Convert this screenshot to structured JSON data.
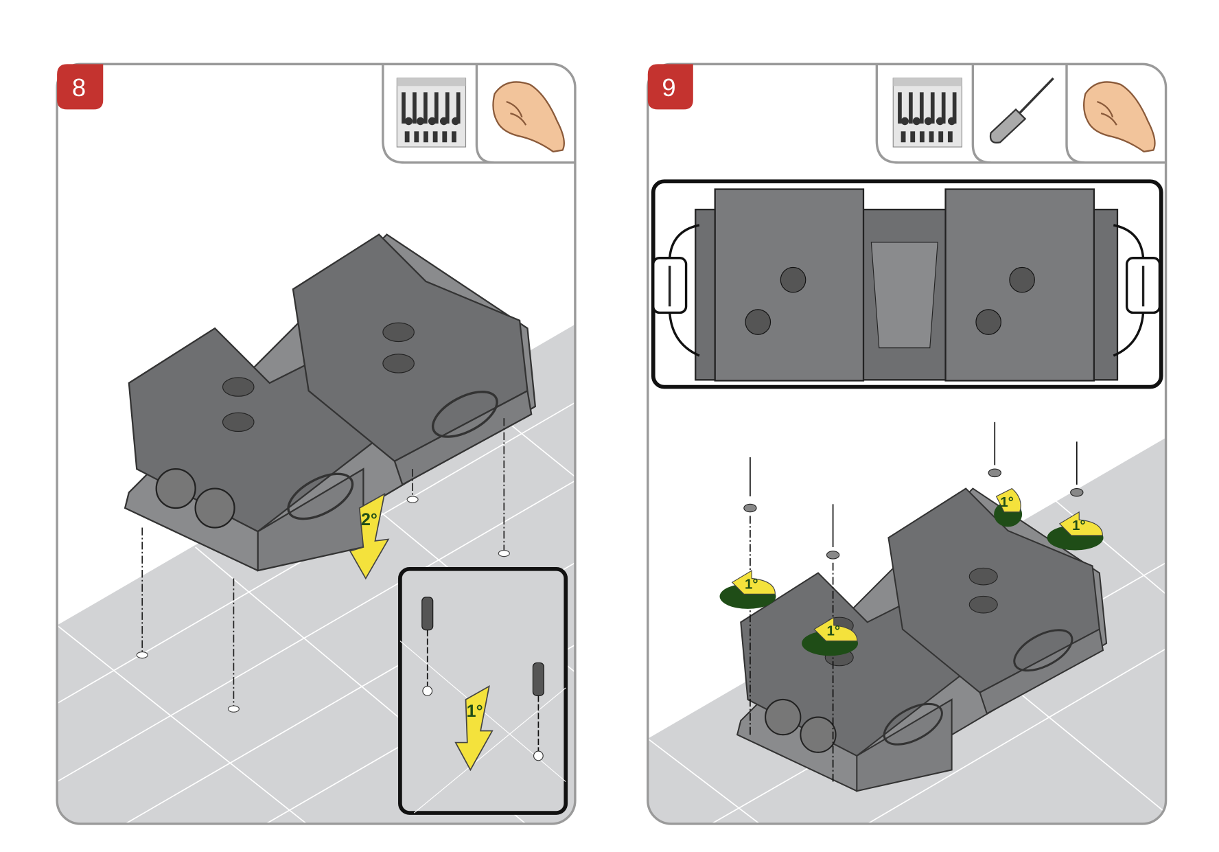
{
  "steps": [
    {
      "number": "8",
      "tools": [
        "screws-kit-icon",
        "hand-icon"
      ],
      "arrows": {
        "main": "2°",
        "inset": "1°"
      }
    },
    {
      "number": "9",
      "tools": [
        "screws-kit-icon",
        "screwdriver-icon",
        "hand-icon"
      ],
      "arrows": {
        "a": "1°",
        "b": "1°",
        "c": "1°",
        "d": "1°"
      }
    }
  ],
  "colors": {
    "badge": "#c4332f",
    "panel_border": "#9a9a9a",
    "floor": "#d2d3d5",
    "pump": "#7b7c7e",
    "arrow_yellow": "#f4e23c",
    "arrow_green": "#1f4d17",
    "skin": "#f2c49b"
  }
}
